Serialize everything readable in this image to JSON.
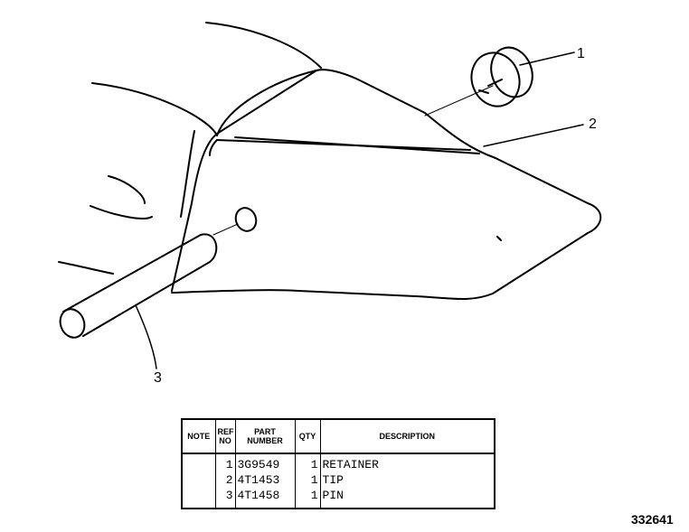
{
  "callouts": {
    "c1": "1",
    "c2": "2",
    "c3": "3"
  },
  "table": {
    "headers": {
      "note": "NOTE",
      "ref_no": "REF NO",
      "part_number": "PART NUMBER",
      "qty": "QTY",
      "description": "DESCRIPTION"
    },
    "rows": [
      {
        "ref": "1",
        "part": "3G9549",
        "qty": "1",
        "desc": "RETAINER"
      },
      {
        "ref": "2",
        "part": "4T1453",
        "qty": "1",
        "desc": "TIP"
      },
      {
        "ref": "3",
        "part": "4T1458",
        "qty": "1",
        "desc": "PIN"
      }
    ]
  },
  "drawing_number": "332641"
}
